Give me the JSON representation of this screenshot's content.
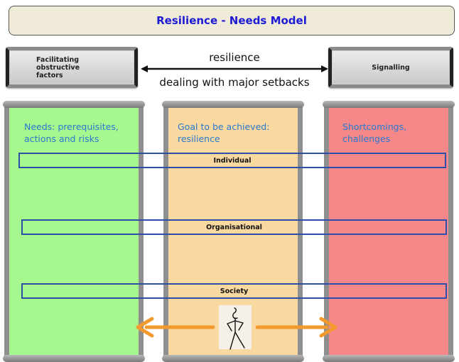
{
  "title": "Resilience - Needs Model",
  "left_box": {
    "line1": "Facilitating",
    "line2": "obstructive",
    "line3": "factors"
  },
  "right_box": {
    "label": "Signalling"
  },
  "center": {
    "top": "resilience",
    "bottom": "dealing with major setbacks"
  },
  "columns": [
    {
      "line1": "Needs: prerequisites,",
      "line2": "actions and risks",
      "color": "#a6f88e"
    },
    {
      "line1": "Goal to be achieved:",
      "line2": "resilience",
      "color": "#f9d9a0"
    },
    {
      "line1": "Shortcomings,",
      "line2": "challenges",
      "color": "#f7888a"
    }
  ],
  "bands": [
    "Individual",
    "Organisational",
    "Society"
  ],
  "colors": {
    "title": "#1d1bd6",
    "band_border": "#2e4fa8",
    "arrow_orange": "#f39a2e",
    "column_title": "#2a78d0"
  },
  "icons": [
    "double-arrow-icon",
    "orange-arrow-left-icon",
    "orange-arrow-right-icon",
    "stick-figure-icon"
  ]
}
